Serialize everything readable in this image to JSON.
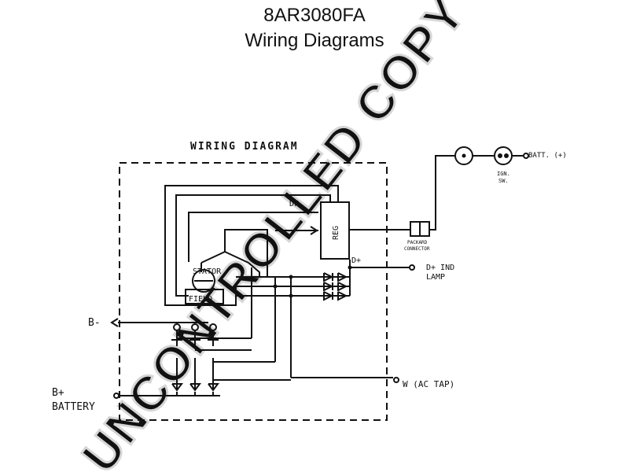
{
  "header": {
    "model": "8AR3080FA",
    "subtitle": "Wiring Diagrams"
  },
  "diagram": {
    "heading": "WIRING DIAGRAM",
    "labels": {
      "df": "DF",
      "reg": "REG",
      "stator": "STATOR",
      "field": "FIELD",
      "dplus": "D+",
      "d_ind_lamp_1": "D+ IND",
      "d_ind_lamp_2": "LAMP",
      "b_minus": "B-",
      "b_plus": "B+",
      "battery": "BATTERY",
      "w_ac_tap": "W (AC TAP)",
      "batt_plus": "BATT. (+)",
      "ign_sw_1": "IGN.",
      "ign_sw_2": "SW.",
      "packard_1": "PACKARD",
      "packard_2": "CONNECTOR"
    }
  },
  "watermark": "UNCONTROLLED COPY",
  "colors": {
    "line": "#111111",
    "watermark": "#d9d9d9"
  }
}
